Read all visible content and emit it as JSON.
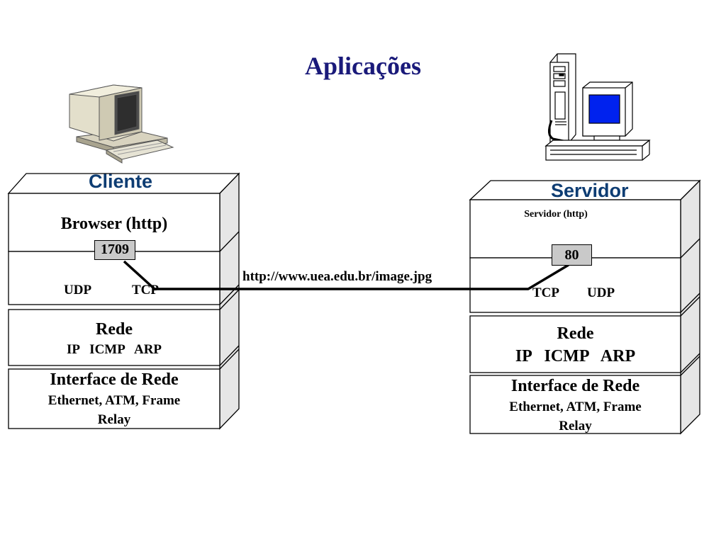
{
  "title": "Aplicações",
  "client": {
    "title": "Cliente",
    "application": "Browser (http)",
    "port": "1709",
    "transport": {
      "udp": "UDP",
      "tcp": "TCP"
    },
    "network": {
      "title": "Rede",
      "protocols": "IP   ICMP   ARP"
    },
    "interface": {
      "title": "Interface de Rede",
      "line1": "Ethernet, ATM, Frame",
      "line2": "Relay"
    }
  },
  "server": {
    "title": "Servidor",
    "application": "Servidor (http)",
    "port": "80",
    "transport": {
      "tcp": "TCP",
      "udp": "UDP"
    },
    "network": {
      "title": "Rede",
      "protocols": "IP   ICMP   ARP"
    },
    "interface": {
      "title": "Interface de Rede",
      "line1": "Ethernet, ATM, Frame",
      "line2": "Relay"
    }
  },
  "connection": {
    "url": "http://www.uea.edu.br/image.jpg"
  },
  "colors": {
    "title": "#1a1a7a",
    "stack_title": "#0e3d73",
    "side_face": "#e6e6e6",
    "port_fill": "#c9c9c9",
    "server_screen": "#0022ee"
  },
  "icons": {
    "client_computer": "desktop-computer-icon",
    "server_computer": "tower-server-icon"
  }
}
